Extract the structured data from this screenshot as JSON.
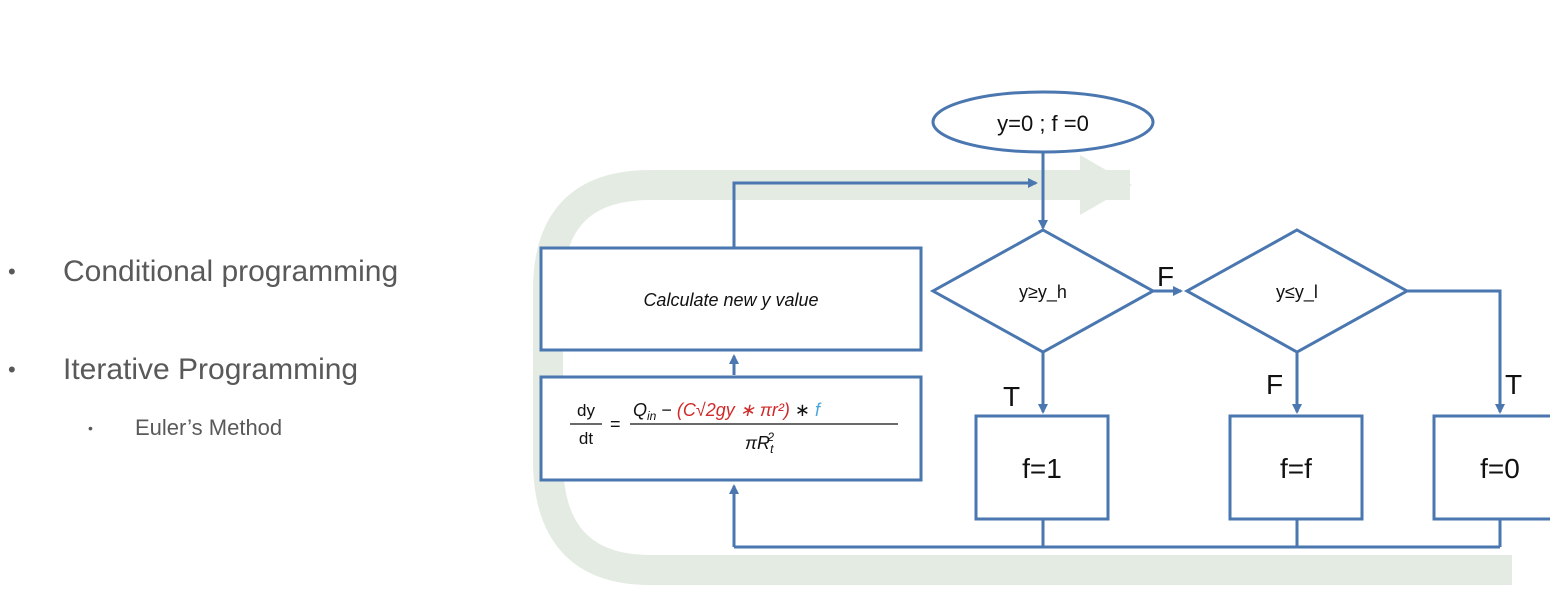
{
  "bullets": {
    "item1": "Conditional programming",
    "item2": "Iterative Programming",
    "item2_sub": "Euler’s Method"
  },
  "flowchart": {
    "start": "y=0 ; f =0",
    "calc": "Calculate new y value",
    "decision1": "y≥y_h",
    "decision2": "y≤y_l",
    "label_f1": "F",
    "label_t1": "T",
    "label_f2": "F",
    "label_t2": "T",
    "box1": "f=1",
    "box2": "f=f",
    "box3": "f=0",
    "equation": {
      "lhs_num": "dy",
      "lhs_den": "dt",
      "num_qin": "Q",
      "num_qin_sub": "in",
      "num_minus": " − ",
      "num_red": "(C√2gy ∗ πr²)",
      "num_star": " ∗ ",
      "num_f": "f",
      "den": "πR",
      "den_sub": "t",
      "den_sup": "2"
    }
  },
  "colors": {
    "stroke": "#4a77b0",
    "loop_arrow": "#e3ebe2",
    "bullet_text": "#595959",
    "eq_red": "#d02a2a",
    "eq_blue": "#4aa6e0"
  }
}
